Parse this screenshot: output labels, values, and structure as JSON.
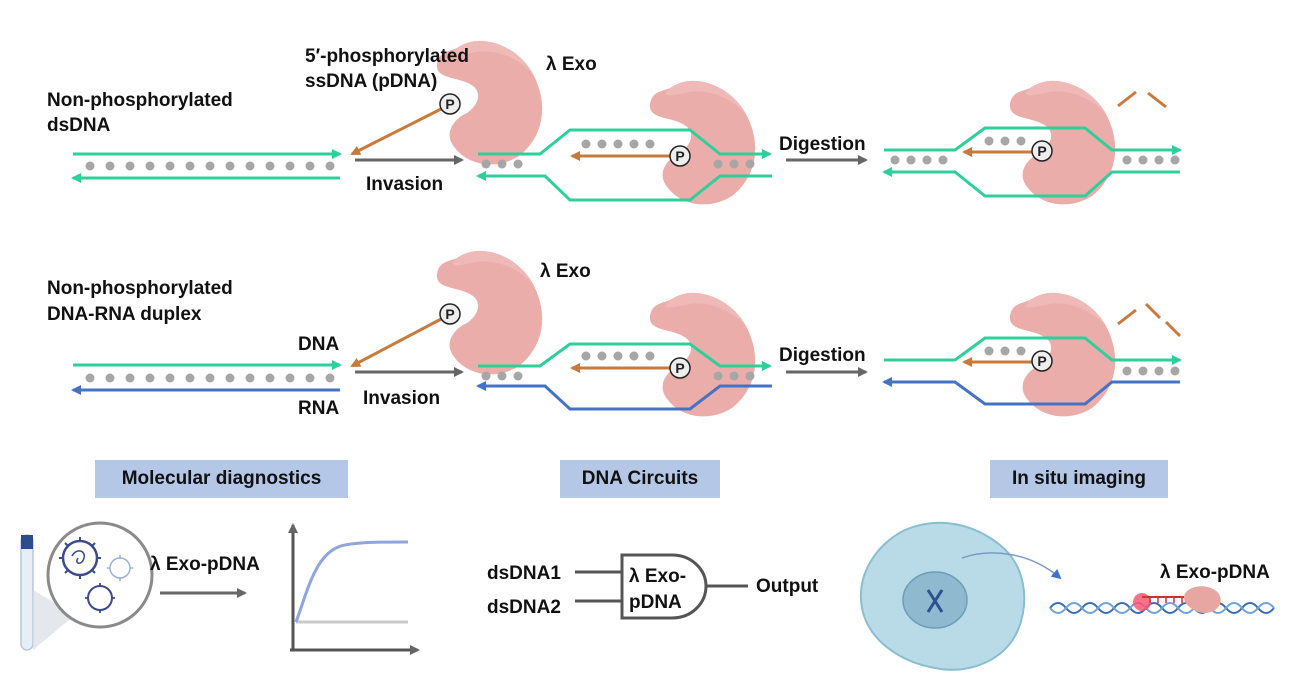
{
  "colors": {
    "dna": "#2ecf9a",
    "rna": "#4472c4",
    "pdna": "#c87a3d",
    "arrow": "#666666",
    "enzyme": "#e8a6a3",
    "enzyme_dark": "#d98a86",
    "dot": "#a6a6a6",
    "header_bg": "#b4c7e7"
  },
  "row1": {
    "substrate_label_1": "Non-phosphorylated",
    "substrate_label_2": "dsDNA",
    "pdna_label_1": "5′-phosphorylated",
    "pdna_label_2": "ssDNA (pDNA)",
    "enzyme_label": "λ Exo",
    "step1_label": "Invasion",
    "step2_label": "Digestion"
  },
  "row2": {
    "substrate_label_1": "Non-phosphorylated",
    "substrate_label_2": "DNA-RNA duplex",
    "dna_label": "DNA",
    "rna_label": "RNA",
    "enzyme_label": "λ Exo",
    "step1_label": "Invasion",
    "step2_label": "Digestion"
  },
  "phosphate_symbol": "P",
  "applications": {
    "headers": [
      "Molecular diagnostics",
      "DNA Circuits",
      "In situ imaging"
    ],
    "diagnostics_label": "λ Exo-pDNA",
    "circuit": {
      "input1": "dsDNA1",
      "input2": "dsDNA2",
      "gate_line1": "λ Exo-",
      "gate_line2": "pDNA",
      "output": "Output"
    },
    "imaging_label": "λ Exo-pDNA"
  }
}
